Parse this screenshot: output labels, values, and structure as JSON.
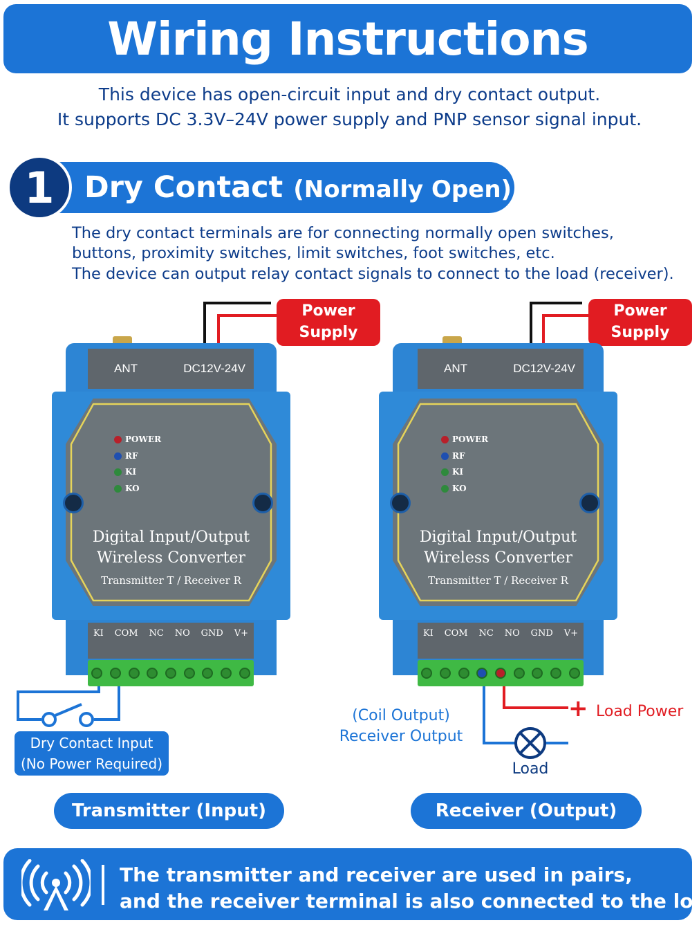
{
  "title": "Wiring Instructions",
  "intro": [
    "This device has open-circuit input and dry contact output.",
    "It supports DC 3.3V–24V power supply and PNP sensor signal input."
  ],
  "section": {
    "number": "1",
    "title": "Dry Contact",
    "subtitle": "(Normally Open)"
  },
  "description": [
    "The dry contact terminals are for connecting normally open switches,",
    "buttons, proximity switches, limit switches, foot switches, etc.",
    "The device can output relay contact signals to connect to the load (receiver)."
  ],
  "power_supply": {
    "line1": "Power Supply",
    "line2": "DC12V–24V"
  },
  "device": {
    "ant": "ANT",
    "dc": "DC12V-24V",
    "leds": [
      "POWER",
      "RF",
      "KI",
      "KO"
    ],
    "led_colors": [
      "#b8202a",
      "#1f4fb0",
      "#2e8a3c",
      "#2e8a3c"
    ],
    "name1": "Digital Input/Output",
    "name2": "Wireless Converter",
    "name3": "Transmitter T / Receiver R",
    "terminals": [
      "KI",
      "COM",
      "NC",
      "NO",
      "GND",
      "V+"
    ]
  },
  "transmitter": {
    "dry_contact_1": "Dry Contact Input",
    "dry_contact_2": "(No Power Required)",
    "role": "Transmitter (Input)"
  },
  "receiver": {
    "coil": "(Coil Output)",
    "output": "Receiver Output",
    "plus": "+",
    "load_power": "Load Power",
    "load": "Load",
    "role": "Receiver (Output)"
  },
  "footer": {
    "icon": "wireless-antenna-icon",
    "line1": "The transmitter and receiver are used in pairs,",
    "line2": "and the receiver terminal is also connected to the load."
  },
  "colors": {
    "primary_blue": "#1c74d6",
    "navy": "#0d3a80",
    "text_blue": "#0d3c8a",
    "red": "#e11c22",
    "terminal_green": "#3fb944"
  }
}
